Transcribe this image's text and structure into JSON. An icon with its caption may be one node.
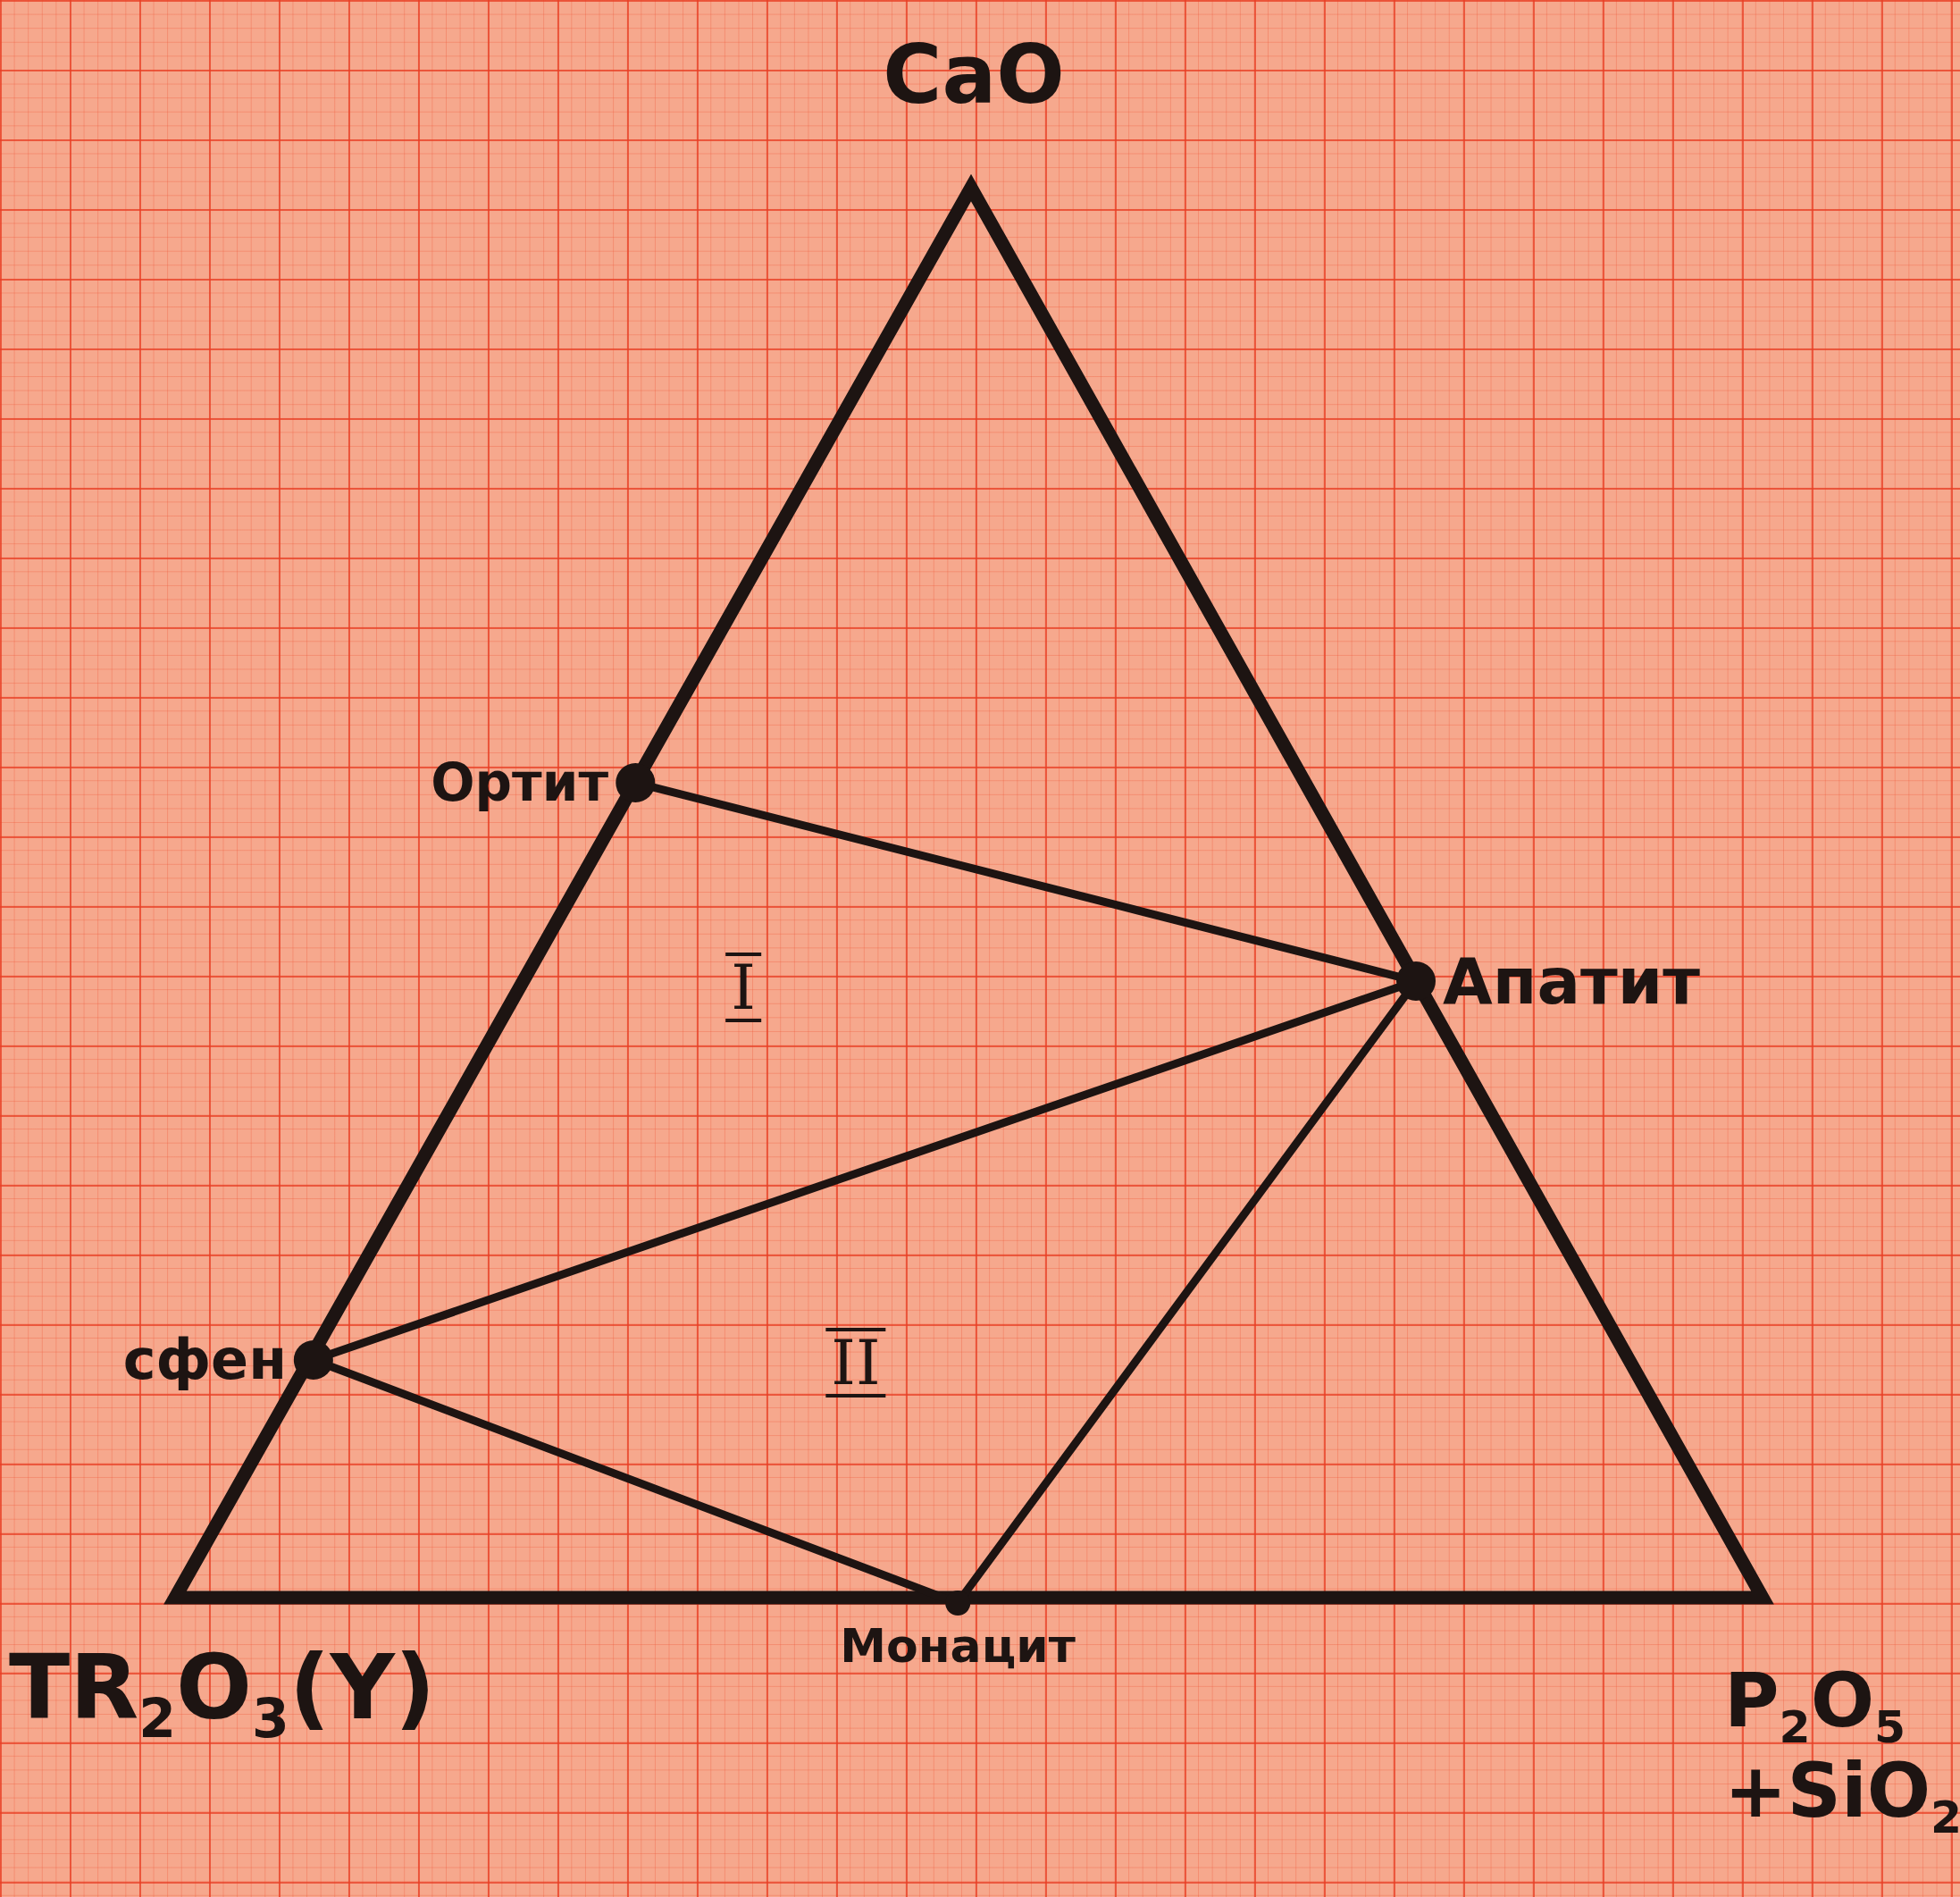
{
  "diagram": {
    "nodes": [
      {
        "text": [
          "Ортит"
        ]
      },
      {
        "text": [
          "Апатит"
        ]
      },
      {
        "text": [
          "сфен"
        ]
      },
      {
        "text": [
          "Монацит"
        ]
      }
    ],
    "edges": [
      {
        "from": 0,
        "to": 1,
        "arrow": "none"
      },
      {
        "from": 1,
        "to": 2,
        "arrow": "none"
      },
      {
        "from": 2,
        "to": 3,
        "arrow": "none"
      },
      {
        "from": 3,
        "to": 1,
        "arrow": "none"
      }
    ],
    "labels": [
      "CaO",
      "I",
      "II",
      "TR$_{2}$O$_{3}$(Y)",
      "P$_{2}$O$_{5}$ +SiO$_{2}$"
    ]
  }
}
